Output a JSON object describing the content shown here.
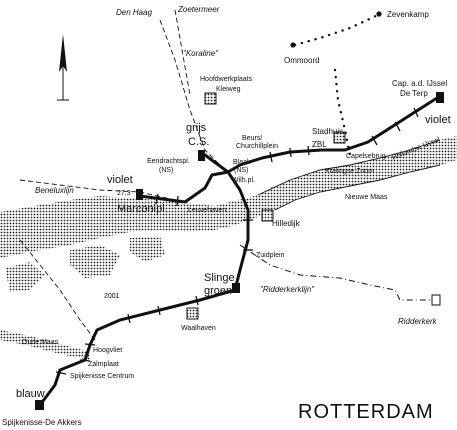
{
  "title": "ROTTERDAM",
  "places": {
    "den_haag": "Den Haag",
    "zoetermeer": "Zoetermeer",
    "zevenkamp": "Zevenkamp",
    "ommoord": "Ommoord",
    "hoofdwerkplaats": "Hoofdwerkplaats",
    "kleiweg": "Kleiweg",
    "capelle": "Cap. a.d. IJssel",
    "de_terp": "De Terp",
    "violet_east": "violet",
    "grijs": "grijs",
    "cs": "C.S.",
    "beurs": "Beurs/",
    "churchillplein": "Churchillplein",
    "stadhuis": "Stadhuis",
    "blaak": "Blaak",
    "ns": "(NS)",
    "wilhpl": "Wilh.pl.",
    "zbl": "ZBL",
    "capelsebrug": "Capelsebrug",
    "kralingse_zoom": "Kralingse Zoom",
    "hollandse_ijssel": "Hollandse IJssel",
    "nieuwe_maas": "Nieuwe Maas",
    "eendrachtspl": "Eendrachtspl.",
    "ns2": "(NS)",
    "violet_west": "violet",
    "marconipl": "Marconipl.",
    "leuvehaven": "Leuvehaven",
    "hilledijk": "Hilledijk",
    "zuidplein": "Zuidplein",
    "slinge": "Slinge",
    "groen": "groen",
    "ridderkerklijn": "\"Ridderkerklijn\"",
    "ridderkerk": "Ridderkerk",
    "waalhaven": "Waalhaven",
    "hoogvliet": "Hoogvliet",
    "zalmplaat": "Zalmplaat",
    "spijkenisse_centrum": "Spijkenisse Centrum",
    "blauw": "blauw",
    "spijkenisse_akkers": "Spijkenisse-De Akkers",
    "oude_maas": "Oude Maas",
    "benelux_lijn": "Beneluxlijn",
    "zoetermeer_lijn": "\"Koraline\"",
    "route_nr": "2001",
    "km_nr": "27,3"
  }
}
